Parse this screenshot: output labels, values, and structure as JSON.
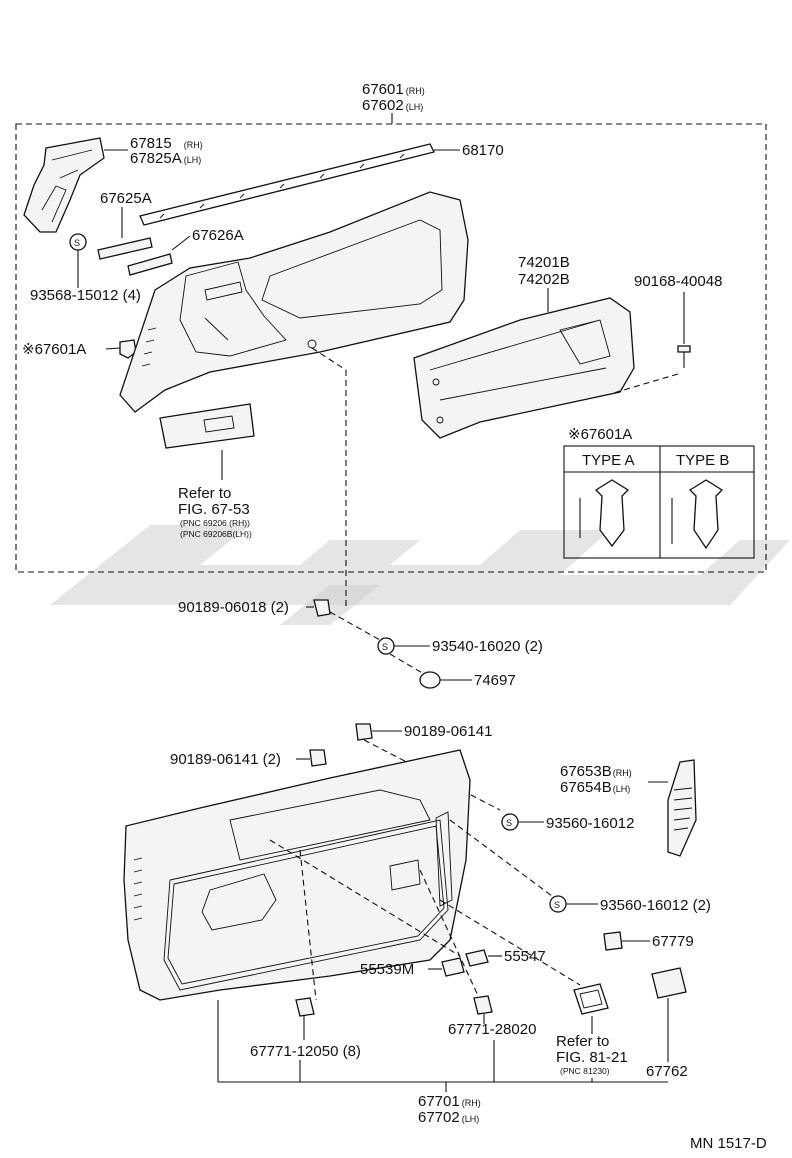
{
  "assembly_top": {
    "num": "67601",
    "rh": "(RH)",
    "num2": "67602",
    "lh": "(LH)"
  },
  "assembly_bottom": {
    "num": "67701",
    "rh": "(RH)",
    "num2": "67702",
    "lh": "(LH)"
  },
  "labels": {
    "p67815": "67815",
    "p67815_rh": "(RH)",
    "p67825A": "67825A",
    "p67825A_lh": "(LH)",
    "p68170": "68170",
    "p67625A": "67625A",
    "p67626A": "67626A",
    "p93568": "93568-15012 (4)",
    "p67601A": "※67601A",
    "p74201B": "74201B",
    "p74202B": "74202B",
    "p90168": "90168-40048",
    "ref1_a": "Refer to",
    "ref1_b": "FIG. 67-53",
    "ref1_c": "(PNC 69206   (RH))",
    "ref1_d": "(PNC 69206B(LH))",
    "p90189a": "90189-06018 (2)",
    "p93540": "93540-16020 (2)",
    "p74697": "74697",
    "p90189b": "90189-06141",
    "p90189c": "90189-06141 (2)",
    "p67653B": "67653B",
    "p67653B_rh": "(RH)",
    "p67654B": "67654B",
    "p67654B_lh": "(LH)",
    "p93560a": "93560-16012",
    "p93560b": "93560-16012 (2)",
    "p67779": "67779",
    "p55547": "55547",
    "p55539M": "55539M",
    "p67771a": "67771-12050 (8)",
    "p67771b": "67771-28020",
    "ref2_a": "Refer to",
    "ref2_b": "FIG. 81-21",
    "ref2_c": "(PNC 81230)",
    "p67762": "67762",
    "clip_title": "※67601A",
    "type_a": "TYPE A",
    "type_b": "TYPE B",
    "s_mark": "S",
    "footer": "MN 1517-D"
  }
}
